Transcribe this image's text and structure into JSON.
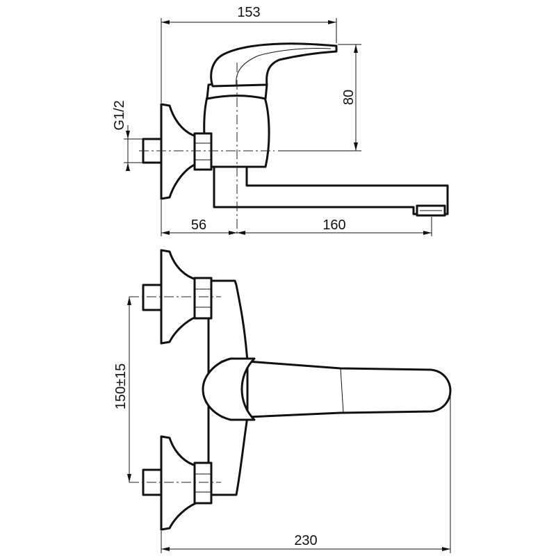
{
  "drawing": {
    "dimensions": {
      "overall_top": "153",
      "handle_height": "80",
      "thread": "G1/2",
      "wall_offset": "56",
      "spout_reach": "160",
      "inlet_spacing": "150±15",
      "overall_bottom": "230"
    },
    "colors": {
      "line": "#111111",
      "background": "#ffffff"
    }
  }
}
